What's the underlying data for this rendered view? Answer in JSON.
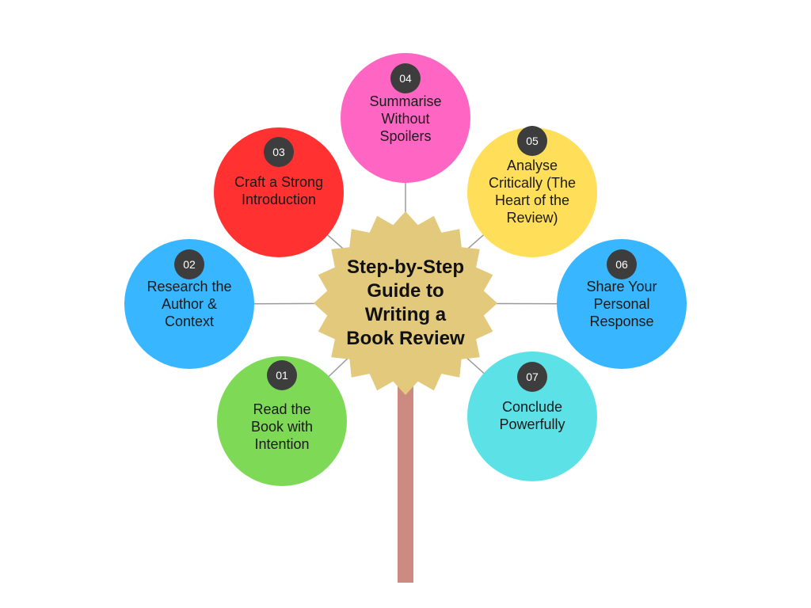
{
  "title": "Step-by-Step\nGuide to\nWriting a\nBook Review",
  "colors": {
    "center": "#e2c97b",
    "stem": "#cd8a80",
    "badge": "#3d3d3d",
    "connector": "#9a9a9a"
  },
  "steps": [
    {
      "number": "01",
      "label": "Read the\nBook with\nIntention",
      "color": "#7ed957"
    },
    {
      "number": "02",
      "label": "Research the\nAuthor &\nContext",
      "color": "#38b6ff"
    },
    {
      "number": "03",
      "label": "Craft a Strong\nIntroduction",
      "color": "#ff3131"
    },
    {
      "number": "04",
      "label": "Summarise\nWithout\nSpoilers",
      "color": "#ff66c4"
    },
    {
      "number": "05",
      "label": "Analyse\nCritically (The\nHeart of the\nReview)",
      "color": "#ffde59"
    },
    {
      "number": "06",
      "label": "Share Your\nPersonal\nResponse",
      "color": "#38b6ff"
    },
    {
      "number": "07",
      "label": "Conclude\nPowerfully",
      "color": "#5ce1e6"
    }
  ]
}
